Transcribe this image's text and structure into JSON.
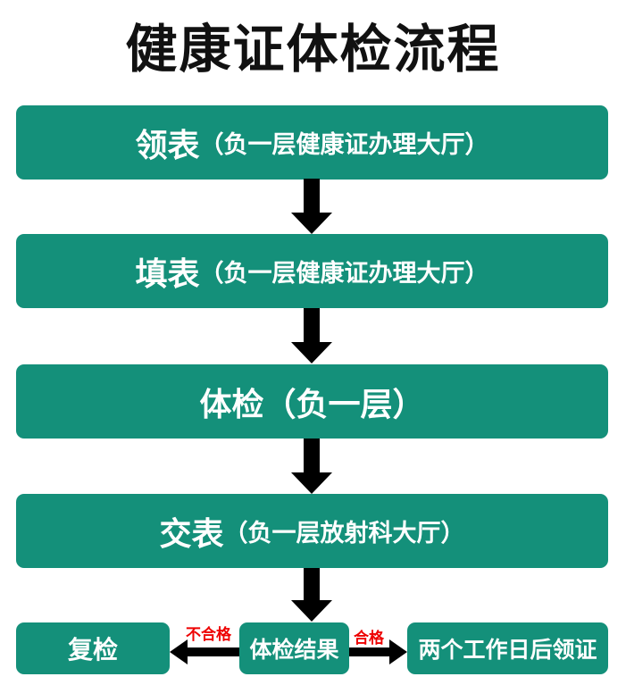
{
  "title": "健康证体检流程",
  "steps": [
    {
      "main": "领表",
      "sub": "（负一层健康证办理大厅）"
    },
    {
      "main": "填表",
      "sub": "（负一层健康证办理大厅）"
    },
    {
      "main": "体检",
      "sub": "（负一层）"
    },
    {
      "main": "交表",
      "sub": "（负一层放射科大厅）"
    }
  ],
  "result": {
    "center": "体检结果",
    "left": "复检",
    "right": "两个工作日后领证",
    "fail_label": "不合格",
    "pass_label": "合格"
  },
  "colors": {
    "box": "#14907a",
    "label": "#e00000"
  }
}
